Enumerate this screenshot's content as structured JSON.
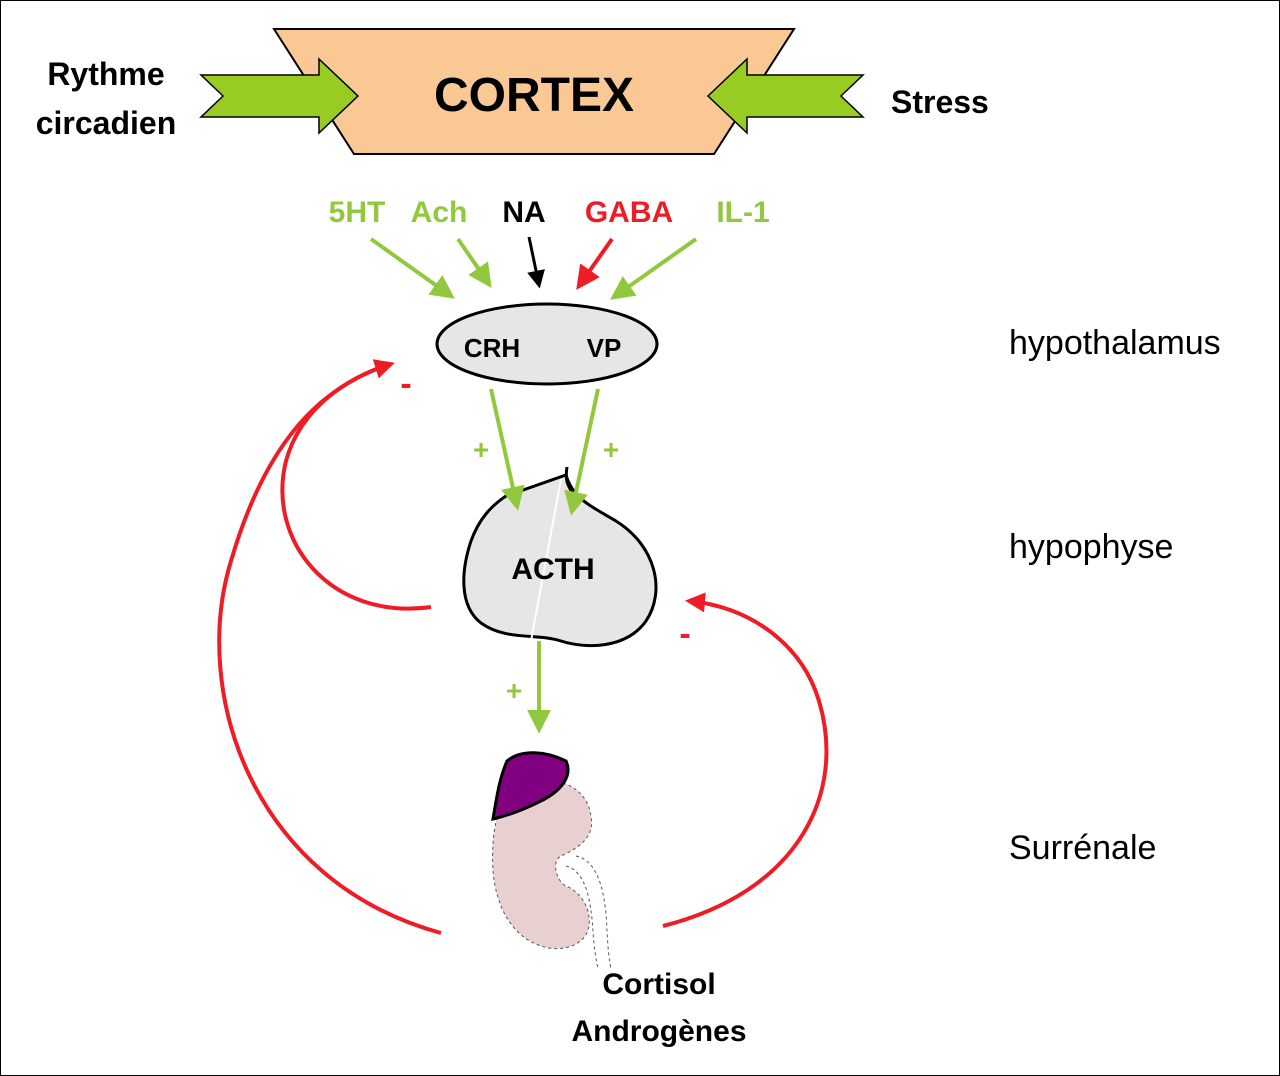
{
  "inputs": {
    "left_line1": "Rythme",
    "left_line2": "circadien",
    "right": "Stress"
  },
  "cortex": {
    "label": "CORTEX"
  },
  "neurotransmitters": [
    {
      "label": "5HT",
      "color": "#92c83e"
    },
    {
      "label": "Ach",
      "color": "#92c83e"
    },
    {
      "label": "NA",
      "color": "#000000"
    },
    {
      "label": "GABA",
      "color": "#ee1c25"
    },
    {
      "label": "IL-1",
      "color": "#92c83e"
    }
  ],
  "hypothalamus": {
    "left_label": "CRH",
    "right_label": "VP"
  },
  "pituitary": {
    "label": "ACTH"
  },
  "adrenal": {
    "output_line1": "Cortisol",
    "output_line2": "Androgènes"
  },
  "signs": {
    "plus": "+",
    "minus": "-"
  },
  "levels": {
    "hypothalamus": "hypothalamus",
    "hypophyse": "hypophyse",
    "surrenale": "Surrénale"
  },
  "colors": {
    "cortex_fill": "#fac895",
    "arrow_green": "#92c83e",
    "stimulus_arrow": "#99cc22",
    "inhibition_red": "#ee1c25",
    "adrenal_cortex": "#800080",
    "kidney_fill": "#e8d0d0",
    "organ_fill": "#e6e6e6"
  }
}
